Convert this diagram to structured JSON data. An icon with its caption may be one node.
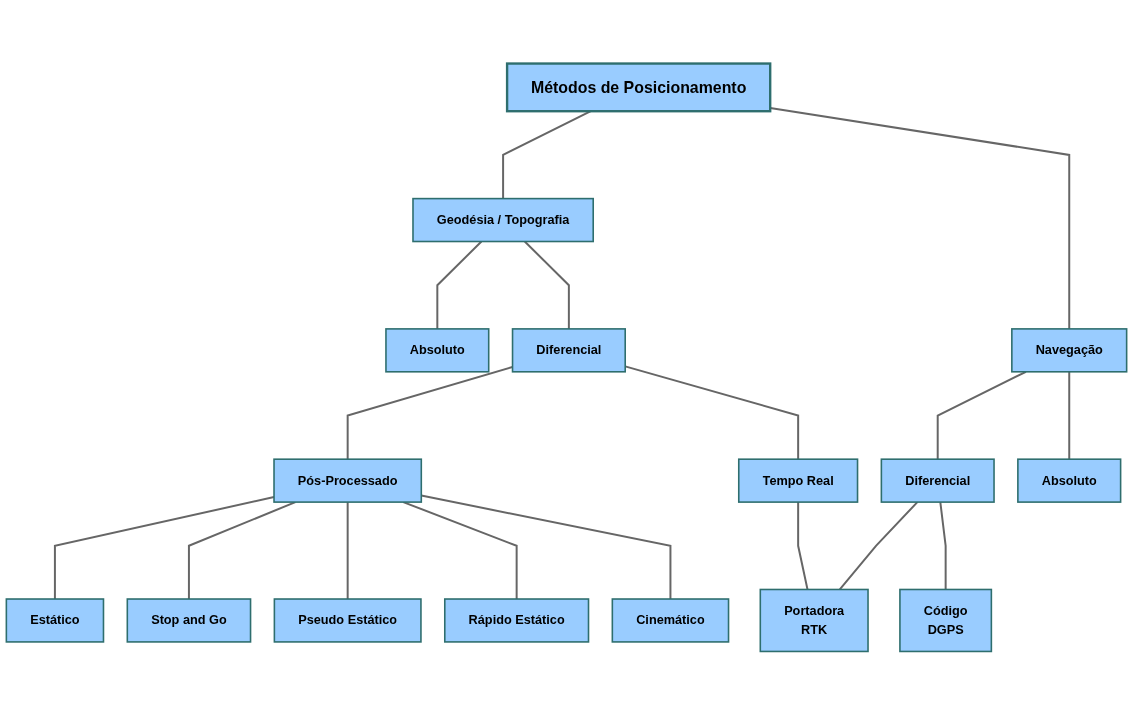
{
  "diagram": {
    "nodes": [
      {
        "text": [
          "Métodos de Posicionamento"
        ]
      },
      {
        "text": [
          "Geodésia / Topografia"
        ]
      },
      {
        "text": [
          "Navegação"
        ]
      },
      {
        "text": [
          "Absoluto"
        ]
      },
      {
        "text": [
          "Diferencial"
        ]
      },
      {
        "text": [
          "Diferencial"
        ]
      },
      {
        "text": [
          "Absoluto"
        ]
      },
      {
        "text": [
          "Pós-Processado"
        ]
      },
      {
        "text": [
          "Tempo Real"
        ]
      },
      {
        "text": [
          "Estático"
        ]
      },
      {
        "text": [
          "Stop and Go"
        ]
      },
      {
        "text": [
          "Pseudo Estático"
        ]
      },
      {
        "text": [
          "Rápido Estático"
        ]
      },
      {
        "text": [
          "Cinemático"
        ]
      },
      {
        "text": [
          "Portadora",
          "RTK"
        ]
      },
      {
        "text": [
          "Código",
          "DGPS"
        ]
      }
    ],
    "edges": [
      {
        "from": 0,
        "to": 1,
        "arrow": "none"
      },
      {
        "from": 0,
        "to": 2,
        "arrow": "none"
      },
      {
        "from": 1,
        "to": 3,
        "arrow": "none"
      },
      {
        "from": 1,
        "to": 4,
        "arrow": "none"
      },
      {
        "from": 2,
        "to": 5,
        "arrow": "none"
      },
      {
        "from": 2,
        "to": 6,
        "arrow": "none"
      },
      {
        "from": 4,
        "to": 7,
        "arrow": "none"
      },
      {
        "from": 4,
        "to": 8,
        "arrow": "none"
      },
      {
        "from": 7,
        "to": 9,
        "arrow": "none"
      },
      {
        "from": 7,
        "to": 10,
        "arrow": "none"
      },
      {
        "from": 7,
        "to": 11,
        "arrow": "none"
      },
      {
        "from": 7,
        "to": 12,
        "arrow": "none"
      },
      {
        "from": 7,
        "to": 13,
        "arrow": "none"
      },
      {
        "from": 8,
        "to": 14,
        "arrow": "none"
      },
      {
        "from": 5,
        "to": 14,
        "arrow": "none"
      },
      {
        "from": 5,
        "to": 15,
        "arrow": "none"
      }
    ]
  }
}
